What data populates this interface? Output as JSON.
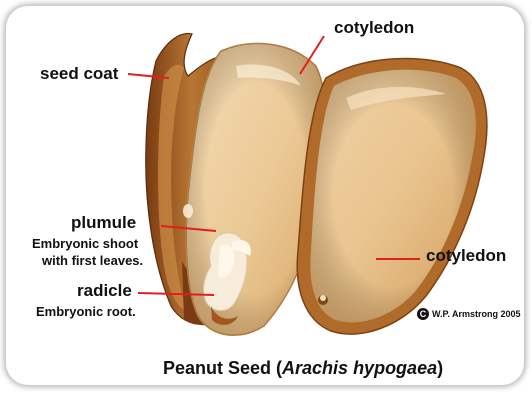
{
  "labels": {
    "cotyledon_top": "cotyledon",
    "seed_coat": "seed coat",
    "plumule": "plumule",
    "plumule_desc_1": "Embryonic shoot",
    "plumule_desc_2": "with first leaves.",
    "cotyledon_right": "cotyledon",
    "radicle": "radicle",
    "radicle_desc": "Embryonic root."
  },
  "copyright": {
    "symbol": "C",
    "text": "W.P. Armstrong 2005"
  },
  "caption": {
    "prefix": "Peanut Seed (",
    "latin": "Arachis hypogaea",
    "suffix": ")"
  },
  "colors": {
    "pointer_line": "#e0201e",
    "cotyledon": "#e8c79a",
    "seed_coat": "#a8642a"
  }
}
